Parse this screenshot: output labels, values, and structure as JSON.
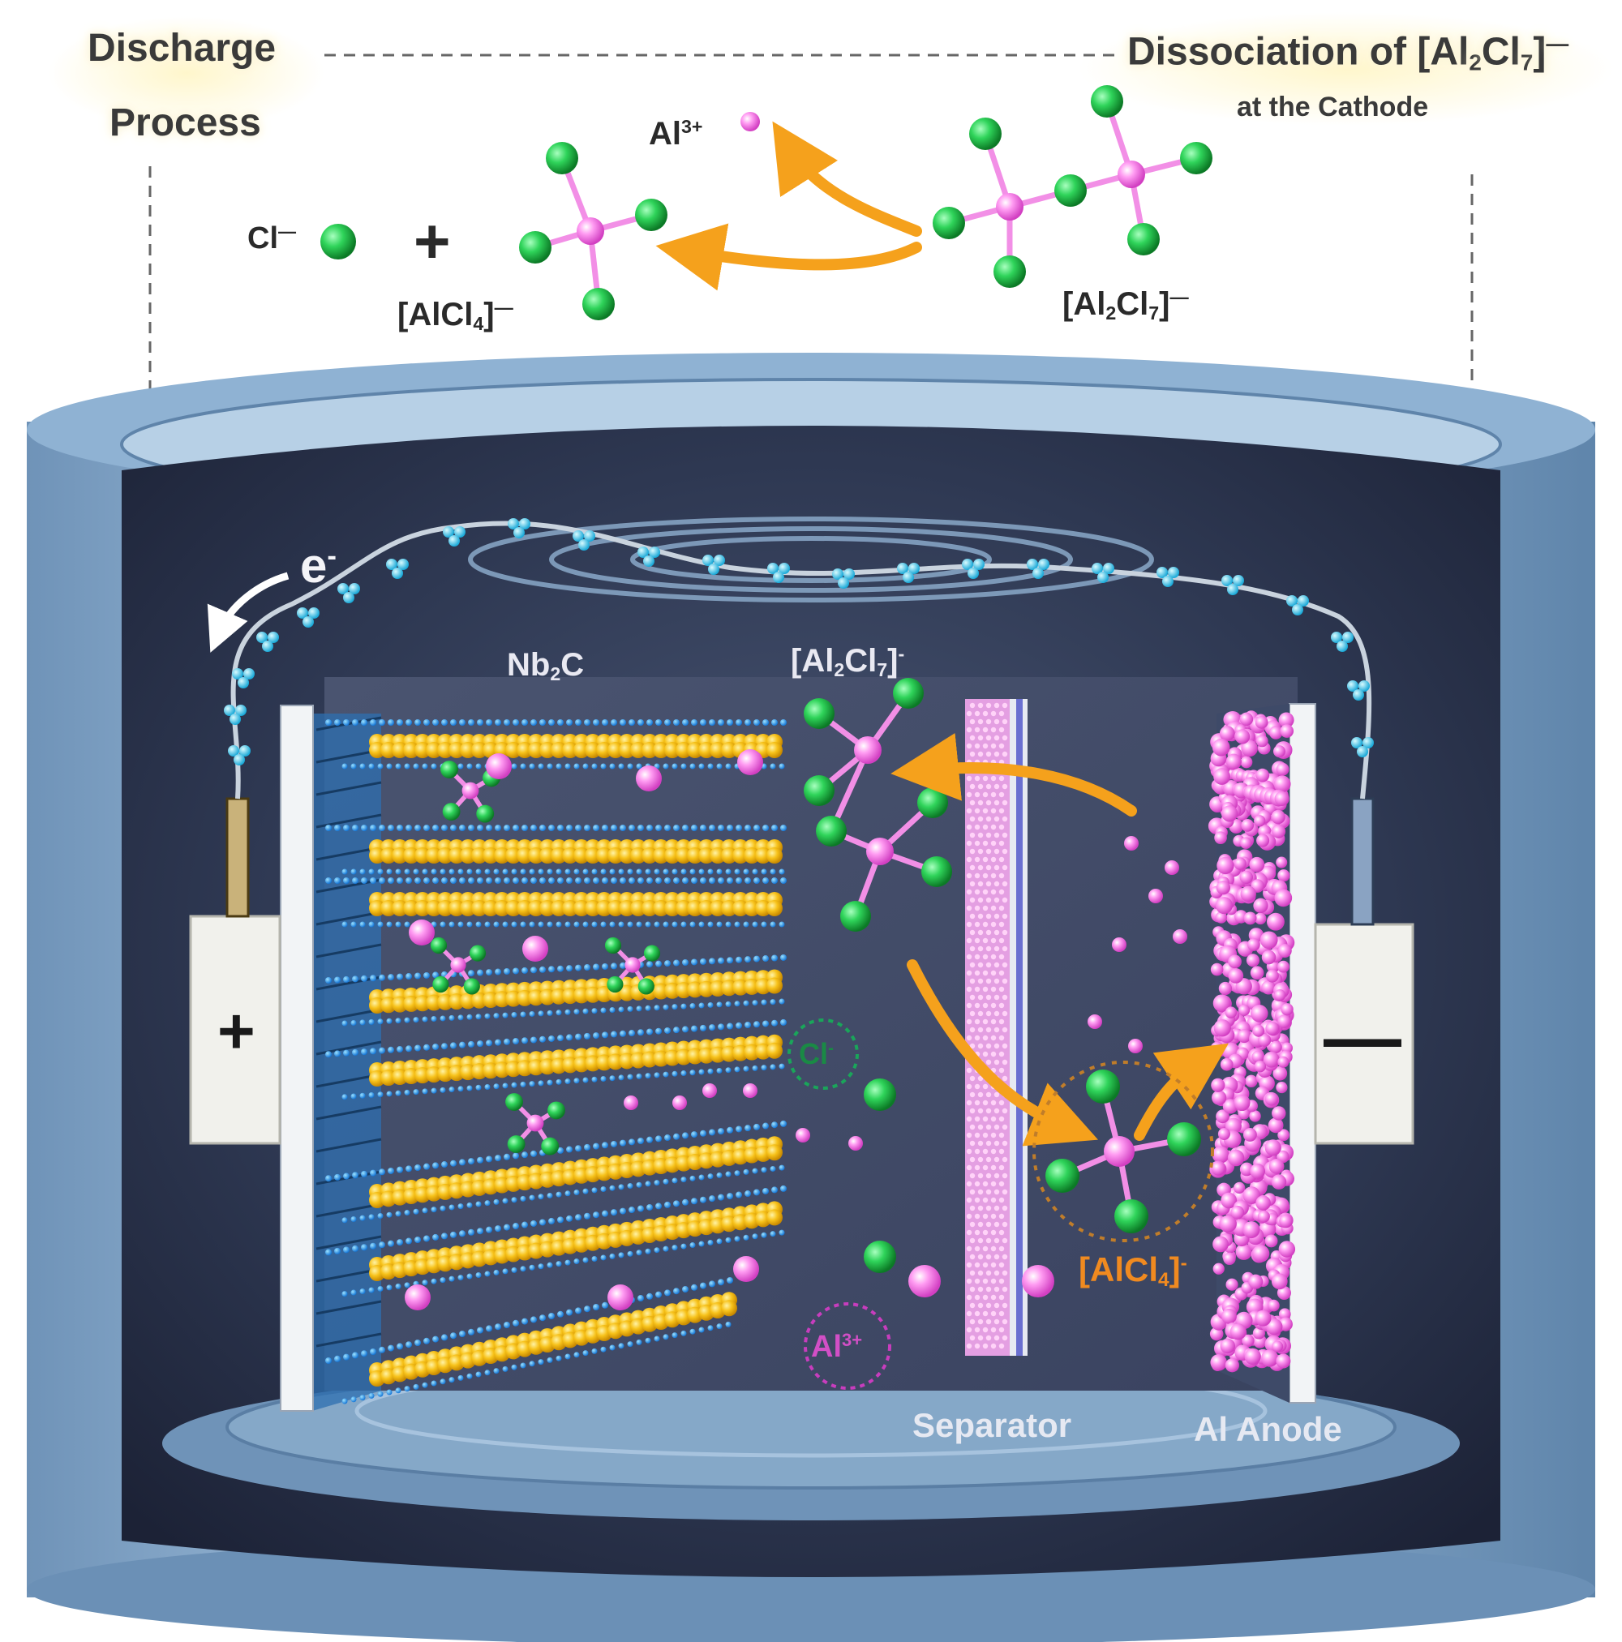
{
  "header": {
    "left_line1": "Discharge",
    "left_line2": "Process",
    "right_line1_a": "Dissociation of [Al",
    "right_line1_sub1": "2",
    "right_line1_b": "Cl",
    "right_line1_sub2": "7",
    "right_line1_c": "]",
    "right_line1_sup": "—",
    "right_line2": "at the Cathode"
  },
  "reaction": {
    "al3_base": "Al",
    "al3_sup": "3+",
    "cl_base": "Cl",
    "cl_sup": "—",
    "plus": "+",
    "alcl4_a": "[AlCl",
    "alcl4_sub": "4",
    "alcl4_b": "]",
    "alcl4_sup": "—",
    "al2cl7_a": "[Al",
    "al2cl7_sub1": "2",
    "al2cl7_b": "Cl",
    "al2cl7_sub2": "7",
    "al2cl7_c": "]",
    "al2cl7_sup": "—"
  },
  "cell": {
    "electron_base": "e",
    "electron_sup": "-",
    "nb2c_a": "Nb",
    "nb2c_sub": "2",
    "nb2c_b": "C",
    "al2cl7_a": "[Al",
    "al2cl7_sub1": "2",
    "al2cl7_b": "Cl",
    "al2cl7_sub2": "7",
    "al2cl7_c": "]",
    "al2cl7_sup": "-",
    "cl_ion_base": "Cl",
    "cl_ion_sup": "-",
    "al3_ion_base": "Al",
    "al3_ion_sup": "3+",
    "alcl4_a": "[AlCl",
    "alcl4_sub": "4",
    "alcl4_b": "]",
    "alcl4_sup": "-",
    "separator": "Separator",
    "anode": "Al Anode",
    "plus_terminal": "+",
    "minus_terminal": "—"
  },
  "colors": {
    "chlorine": "#1ec94a",
    "aluminum": "#f06ae0",
    "niobium_layer": "#f5b80f",
    "carbon_layer": "#1e88e6",
    "arrow": "#f5a11c",
    "cell_body": "#7fa7cc",
    "cell_inner": "#3c4560"
  }
}
